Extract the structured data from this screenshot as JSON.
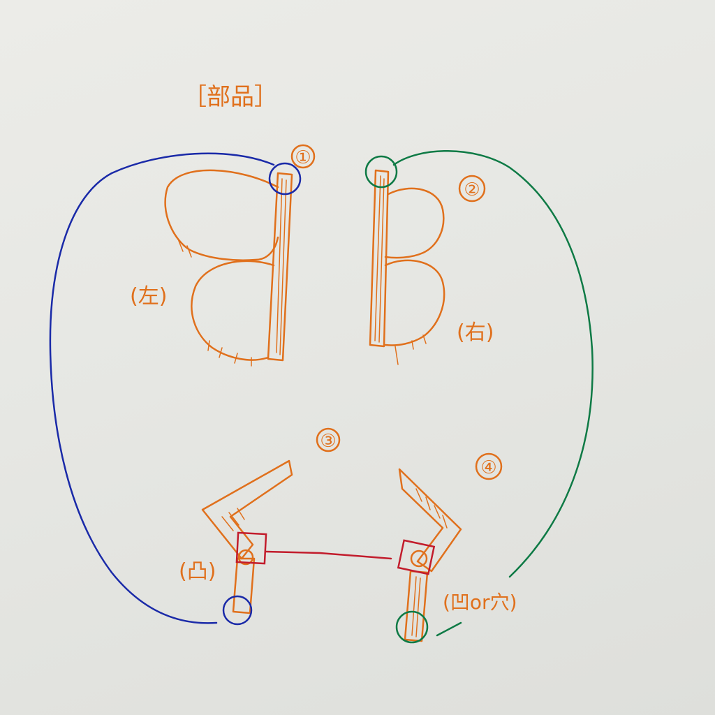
{
  "title": "［部品］",
  "parts": [
    {
      "number": "①",
      "side_label": "(左)"
    },
    {
      "number": "②",
      "side_label": "(右)"
    },
    {
      "number": "③",
      "type_label": "(凸)"
    },
    {
      "number": "④",
      "type_label": "(凹or穴)"
    }
  ],
  "colors": {
    "part_ink": "#e0701c",
    "link_part1_part3": "#1a2aa8",
    "link_part2_part4": "#0e7a45",
    "link_part3_part4": "#c21c2c",
    "paper": "#e8e9e5"
  }
}
